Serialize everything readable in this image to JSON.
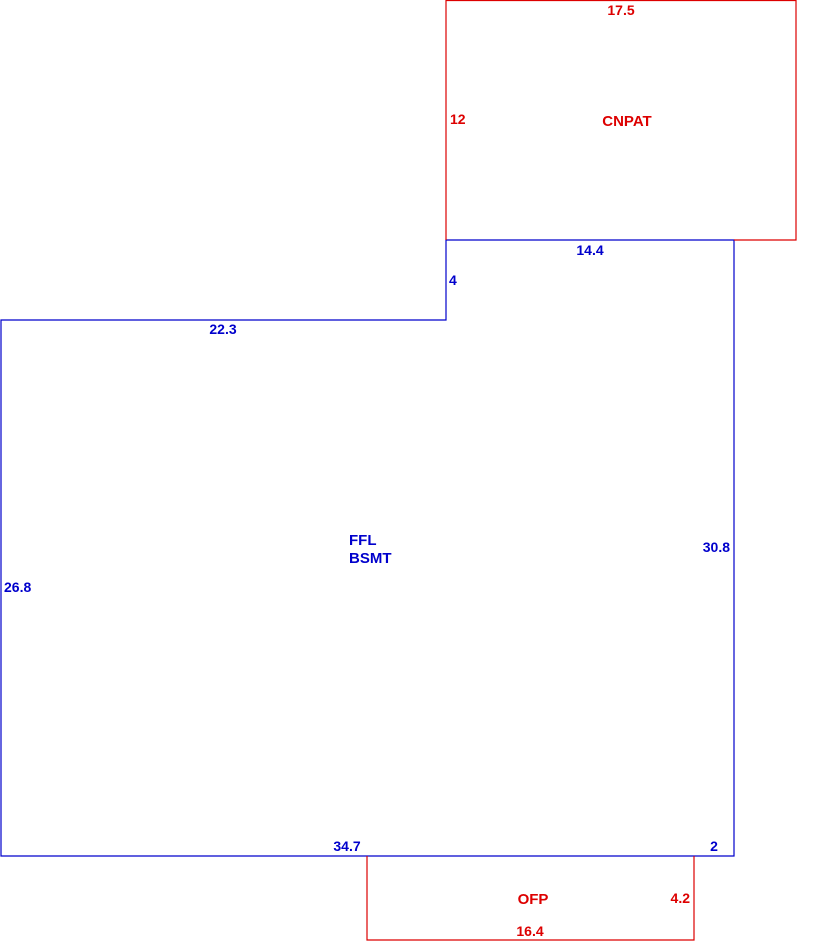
{
  "colors": {
    "main_area": "#0000cc",
    "attached_area": "#dd0000",
    "background": "#ffffff"
  },
  "areas": {
    "main": {
      "label_line1": "FFL",
      "label_line2": "BSMT",
      "dims": {
        "top_left": "22.3",
        "notch": "4",
        "top_right": "14.4",
        "right": "30.8",
        "bottom": "34.7",
        "bottom_right": "2",
        "left": "26.8"
      }
    },
    "carport": {
      "label": "CNPAT",
      "dims": {
        "top": "17.5",
        "left": "12"
      }
    },
    "porch": {
      "label": "OFP",
      "dims": {
        "right": "4.2",
        "bottom": "16.4"
      }
    }
  }
}
